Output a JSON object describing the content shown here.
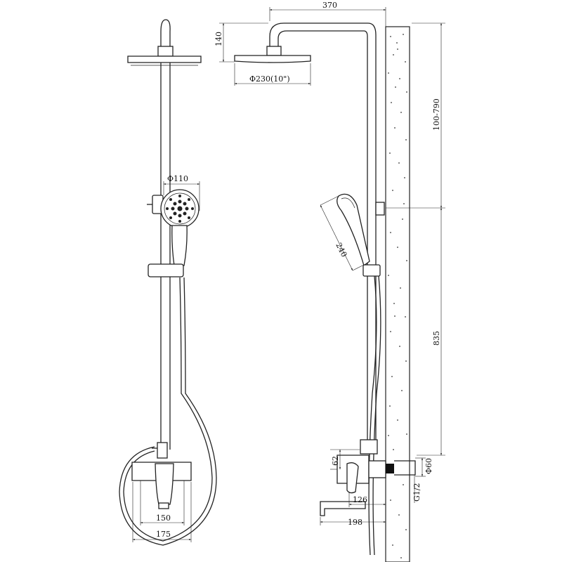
{
  "dimensions": {
    "top_width": "370",
    "head_height": "140",
    "head_diameter": "Φ230(10\")",
    "riser_range": "100-790",
    "hand_diameter": "Φ110",
    "hand_length": "240",
    "rail_height": "835",
    "valve_height": "62",
    "pipe_diameter": "Φ60",
    "thread": "G1/2",
    "valve_depth": "126",
    "spout_length": "198",
    "inlet_centers": "150",
    "overall_width": "175"
  },
  "colors": {
    "line": "#222222",
    "wall_fill": "#ffffff"
  }
}
